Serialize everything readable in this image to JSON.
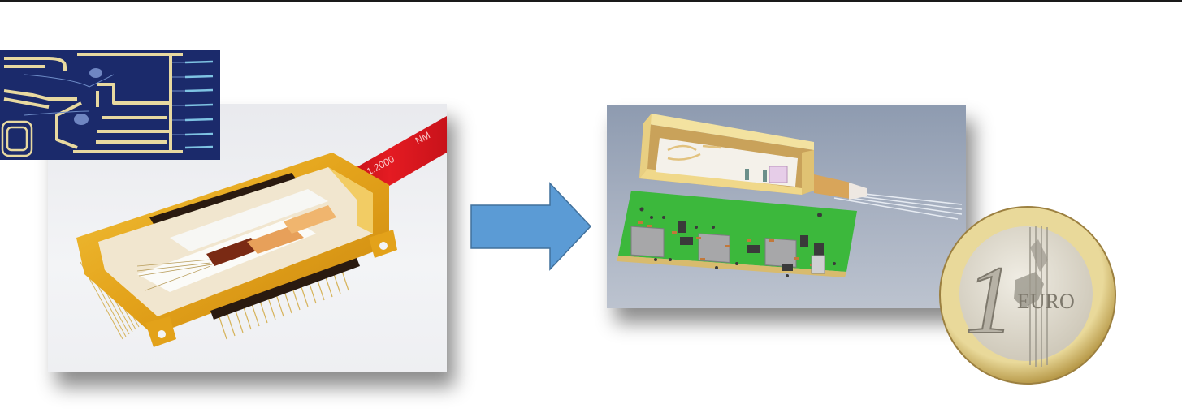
{
  "slide": {
    "background": "#ffffff",
    "top_border_color": "#1a1a1a"
  },
  "left_group": {
    "circuit_photo": {
      "name": "photonic-chip-layout",
      "background": "#1b2a6b",
      "trace_color": "#e8d9a0"
    },
    "package_photo": {
      "name": "gold-butterfly-package",
      "background": "#eeeff2",
      "package_color": "#e3a21a",
      "cable_color": "#e0161e",
      "cable_text_1": "1.2000",
      "cable_text_2": "NM"
    }
  },
  "arrow": {
    "icon": "right-arrow-icon",
    "fill": "#5b9bd5",
    "stroke": "#41719c"
  },
  "right_group": {
    "cad_render": {
      "name": "miniaturized-module-render",
      "background_top": "#8e9bb0",
      "background_bottom": "#bcc3cf",
      "pcb_color": "#3cb83c",
      "housing_color": "#f0d88a"
    },
    "coin": {
      "name": "one-euro-coin",
      "value": "1",
      "label": "EURO",
      "outer_color": "#d9c27a",
      "inner_color": "#e4e0d6"
    }
  }
}
